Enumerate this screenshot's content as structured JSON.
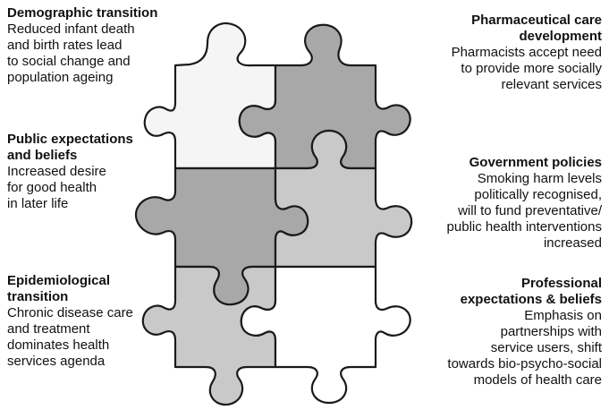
{
  "blocks": {
    "demographic": {
      "title": [
        "Demographic transition"
      ],
      "body": [
        "Reduced infant death",
        "and birth rates lead",
        "to social change and",
        "population ageing"
      ]
    },
    "public": {
      "title": [
        "Public expectations",
        "and beliefs"
      ],
      "body": [
        "Increased desire",
        "for good health",
        "in later life"
      ]
    },
    "epidemiological": {
      "title": [
        "Epidemiological",
        "transition"
      ],
      "body": [
        "Chronic disease care",
        "and treatment",
        "dominates health",
        "services agenda"
      ]
    },
    "pharmaceutical": {
      "title": [
        "Pharmaceutical care",
        "development"
      ],
      "body": [
        "Pharmacists accept need",
        "to provide more socially",
        "relevant services"
      ]
    },
    "government": {
      "title": [
        "Government policies"
      ],
      "body": [
        "Smoking harm levels",
        "politically recognised,",
        "will to fund preventative/",
        "public health interventions",
        "increased"
      ]
    },
    "professional": {
      "title": [
        "Professional",
        "expectations & beliefs"
      ],
      "body": [
        "Emphasis on",
        "partnerships with",
        "service users, shift",
        "towards bio-psycho-social",
        "models of health care"
      ]
    }
  },
  "colors": {
    "piece_light": "#f5f5f5",
    "piece_mid": "#c9c9c9",
    "piece_dark": "#a8a8a8",
    "piece_white": "#ffffff",
    "outline": "#1a1a1a"
  }
}
